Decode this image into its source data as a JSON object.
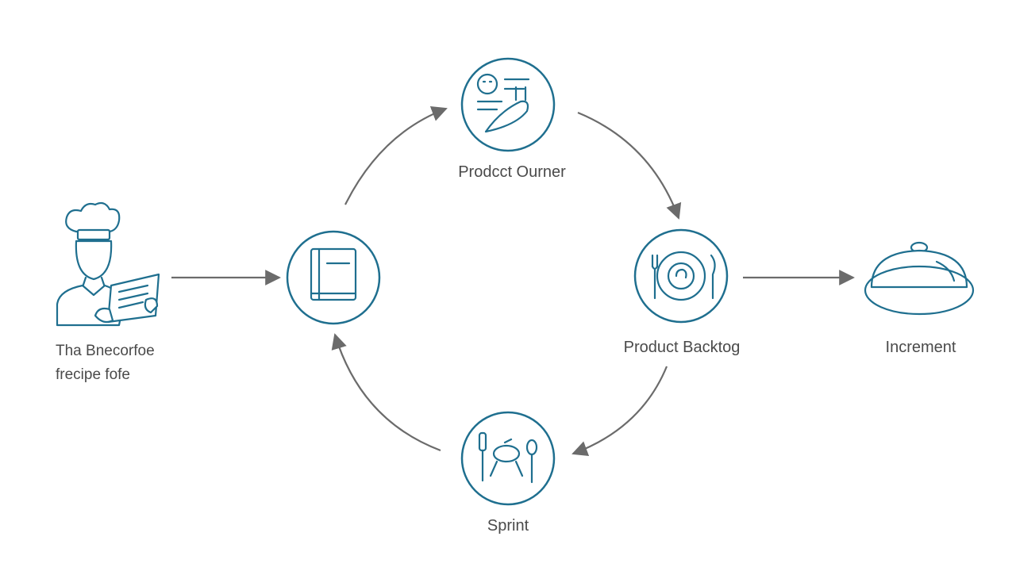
{
  "nodes": {
    "chef": {
      "label_lines": [
        "Tha  Bnecorfoe",
        "frecipe fofe"
      ],
      "icon": "chef-with-recipe-icon"
    },
    "book": {
      "icon": "book-icon"
    },
    "product_owner": {
      "label": "Prodcct Ourner",
      "icon": "product-owner-icon"
    },
    "product_backlog": {
      "label": "Product Backtog",
      "icon": "plate-cutlery-icon"
    },
    "sprint": {
      "label": "Sprint",
      "icon": "cooking-utensils-icon"
    },
    "increment": {
      "label": "Increment",
      "icon": "cloche-icon"
    }
  },
  "edges": [
    {
      "from": "chef",
      "to": "book"
    },
    {
      "from": "book",
      "to": "product_owner"
    },
    {
      "from": "product_owner",
      "to": "product_backlog"
    },
    {
      "from": "product_backlog",
      "to": "sprint"
    },
    {
      "from": "sprint",
      "to": "book"
    },
    {
      "from": "product_backlog",
      "to": "increment"
    }
  ],
  "colors": {
    "icon_stroke": "#1f6f8f",
    "arrow": "#6b6b6b",
    "label_text": "#4a4a4a",
    "background": "#ffffff"
  }
}
